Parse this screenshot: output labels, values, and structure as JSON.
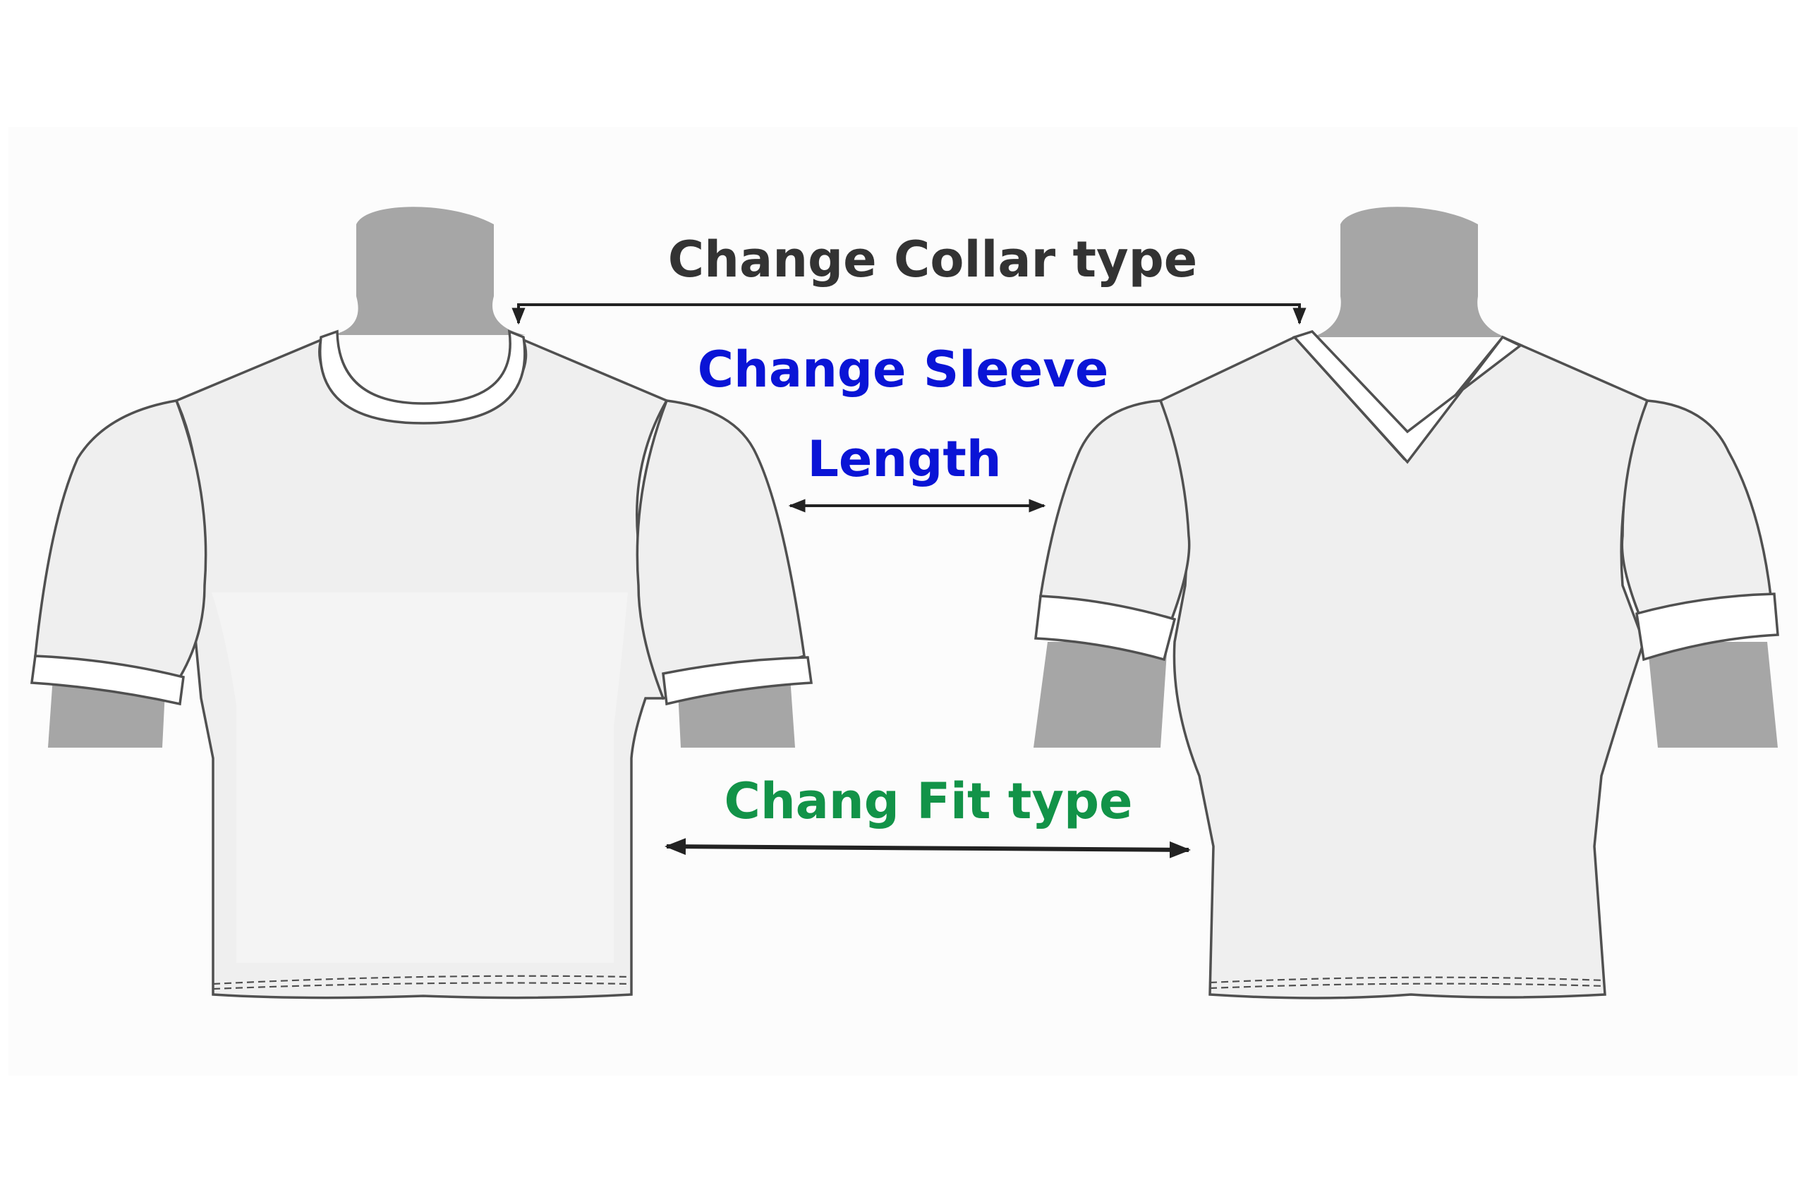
{
  "labels": {
    "collar": "Change Collar type",
    "sleeve_line1": "Change Sleeve",
    "sleeve_line2": "Length",
    "fit": "Chang Fit type"
  },
  "colors": {
    "collar_label": "#333333",
    "sleeve_label": "#0a14d6",
    "fit_label": "#129348",
    "panel_background": "#fcfcfc",
    "mannequin": "#a6a6a6",
    "shirt_fill": "#efefef",
    "shirt_stroke": "#505050",
    "trim": "#ffffff",
    "arrow": "#222222"
  },
  "figures": {
    "left_shirt": {
      "collar": "crew neck",
      "sleeve": "short with cuff"
    },
    "right_shirt": {
      "collar": "v-neck",
      "sleeve": "short with cuff"
    }
  }
}
